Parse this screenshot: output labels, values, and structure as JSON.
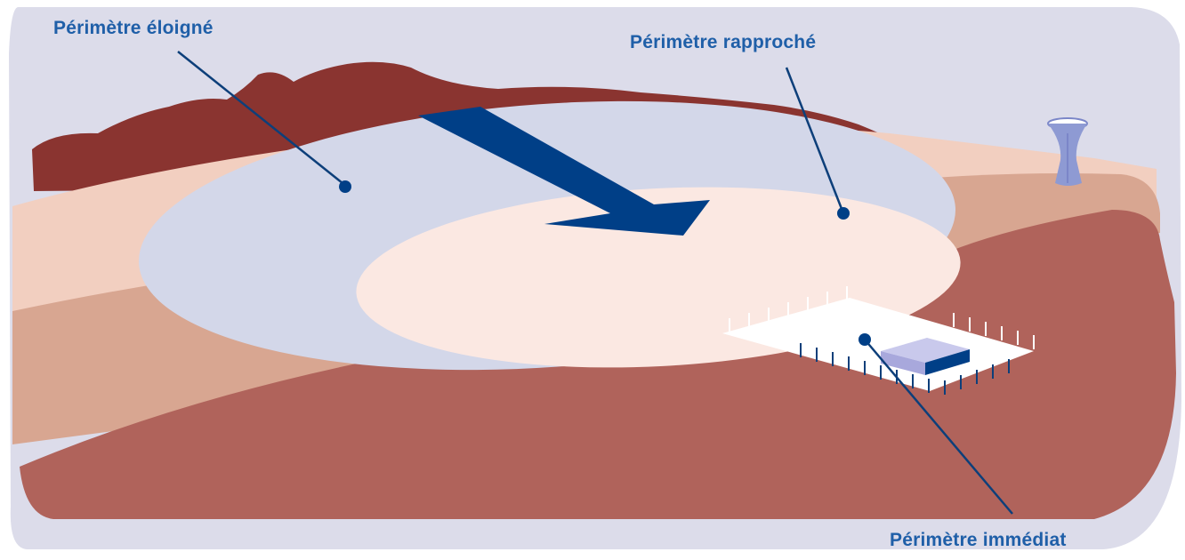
{
  "labels": {
    "eloigne": "Périmètre éloigné",
    "rapproche": "Périmètre rapproché",
    "immediat": "Périmètre immédiat"
  },
  "colors": {
    "label_text": "#1f5fa8",
    "leader_line": "#0d3f7a",
    "arrow": "#003f87",
    "background": "#dcdcea",
    "ridge": "#8a3430",
    "terrain_main": "#b0635b",
    "terrain_light": "#f2cfc0",
    "terrain_mid": "#d8a691",
    "zone_far": "#d3d7e9",
    "zone_near": "#fbe8e2"
  },
  "icons": {
    "flow": "flow-arrow-icon",
    "well": "water-tower-icon",
    "pump": "pump-house-icon"
  }
}
